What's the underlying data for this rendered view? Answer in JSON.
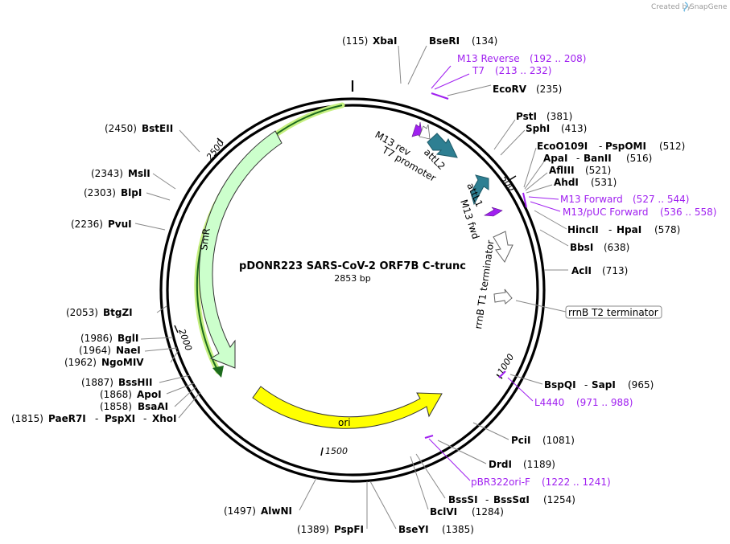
{
  "credit": "Created by",
  "brand": "SnapGene",
  "plasmid": {
    "name": "pDONR223 SARS-CoV-2 ORF7B C-trunc",
    "length": "2853 bp"
  },
  "ticks": [
    "500",
    "1000",
    "1500",
    "2000",
    "2500"
  ],
  "features": {
    "smr": "SmR",
    "ori": "ori",
    "attL2": "attL2",
    "attL1": "attL1",
    "m13rev": "M13 rev",
    "t7prom": "T7 promoter",
    "m13fwd": "M13 fwd",
    "rrnbT1": "rrnB T1 terminator",
    "rrnbT2": "rrnB T2 terminator"
  },
  "sites": {
    "xbai": {
      "pos": "(115)",
      "name": "XbaI"
    },
    "bseri": {
      "name": "BseRI",
      "pos": "(134)"
    },
    "ecorv": {
      "name": "EcoRV",
      "pos": "(235)"
    },
    "psti": {
      "name": "PstI",
      "pos": "(381)"
    },
    "sphi": {
      "name": "SphI",
      "pos": "(413)"
    },
    "eco": {
      "name1": "EcoO109I",
      "sep": "-",
      "name2": "PspOMI",
      "pos": "(512)"
    },
    "apai": {
      "name1": "ApaI",
      "sep": "-",
      "name2": "BanII",
      "pos": "(516)"
    },
    "aflii": {
      "name": "AflIII",
      "pos": "(521)"
    },
    "ahdi": {
      "name": "AhdI",
      "pos": "(531)"
    },
    "hinc": {
      "name1": "HincII",
      "sep": "-",
      "name2": "HpaI",
      "pos": "(578)"
    },
    "bbsi": {
      "name": "BbsI",
      "pos": "(638)"
    },
    "acli": {
      "name": "AclI",
      "pos": "(713)"
    },
    "bspq": {
      "name1": "BspQI",
      "sep": "-",
      "name2": "SapI",
      "pos": "(965)"
    },
    "pcii": {
      "name": "PciI",
      "pos": "(1081)"
    },
    "drdi": {
      "name": "DrdI",
      "pos": "(1189)"
    },
    "bsssi": {
      "name1": "BssSI",
      "sep": "-",
      "name2": "BssSαI",
      "pos": "(1254)"
    },
    "bclvi": {
      "name": "BclVI",
      "pos": "(1284)"
    },
    "bseyi": {
      "name": "BseYI",
      "pos": "(1385)"
    },
    "pspfi": {
      "pos": "(1389)",
      "name": "PspFI"
    },
    "alwni": {
      "pos": "(1497)",
      "name": "AlwNI"
    },
    "paer": {
      "pos": "(1815)",
      "name1": "PaeR7I",
      "sep1": "-",
      "name2": "PspXI",
      "sep2": "-",
      "name3": "XhoI"
    },
    "bsaai": {
      "pos": "(1858)",
      "name": "BsaAI"
    },
    "apoi": {
      "pos": "(1868)",
      "name": "ApoI"
    },
    "bsshii": {
      "pos": "(1887)",
      "name": "BssHII"
    },
    "ngomiv": {
      "pos": "(1962)",
      "name": "NgoMIV"
    },
    "naei": {
      "pos": "(1964)",
      "name": "NaeI"
    },
    "bgli": {
      "pos": "(1986)",
      "name": "BglI"
    },
    "btgzi": {
      "pos": "(2053)",
      "name": "BtgZI"
    },
    "pvui": {
      "pos": "(2236)",
      "name": "PvuI"
    },
    "blpi": {
      "pos": "(2303)",
      "name": "BlpI"
    },
    "msli": {
      "pos": "(2343)",
      "name": "MslI"
    },
    "bsteii": {
      "pos": "(2450)",
      "name": "BstEII"
    }
  },
  "primers": {
    "m13reverse": {
      "name": "M13 Reverse",
      "range": "(192 .. 208)"
    },
    "t7": {
      "name": "T7",
      "range": "(213 .. 232)"
    },
    "m13forward": {
      "name": "M13 Forward",
      "range": "(527 .. 544)"
    },
    "m13puc": {
      "name": "M13/pUC Forward",
      "range": "(536 .. 558)"
    },
    "l4440": {
      "name": "L4440",
      "range": "(971 .. 988)"
    },
    "pbr322": {
      "name": "pBR322ori-F",
      "range": "(1222 .. 1241)"
    }
  },
  "colors": {
    "backbone": "#000000",
    "primer": "#a020f0",
    "smr_fill": "#ccffcc",
    "ori_fill": "#ffff00",
    "att_fill": "#2e7f92",
    "highlight": "#c6f080",
    "leader": "#888888"
  }
}
